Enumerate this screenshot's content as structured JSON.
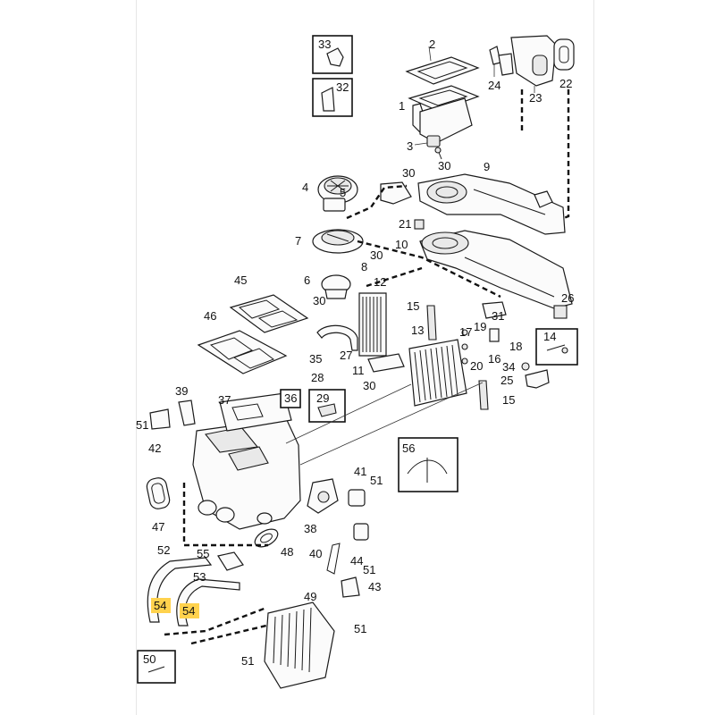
{
  "diagram": {
    "callouts": [
      "1",
      "2",
      "3",
      "4",
      "5",
      "6",
      "7",
      "8",
      "9",
      "10",
      "11",
      "12",
      "13",
      "14",
      "15",
      "16",
      "17",
      "18",
      "19",
      "20",
      "21",
      "22",
      "23",
      "24",
      "25",
      "26",
      "27",
      "28",
      "29",
      "30",
      "31",
      "32",
      "33",
      "34",
      "35",
      "36",
      "37",
      "38",
      "39",
      "40",
      "41",
      "42",
      "43",
      "44",
      "45",
      "46",
      "47",
      "48",
      "49",
      "50",
      "51",
      "52",
      "53",
      "54",
      "55",
      "56"
    ],
    "highlighted_callouts": [
      "54"
    ],
    "highlight_color": "#ffd24d",
    "line_color": "#1a1a1a"
  }
}
